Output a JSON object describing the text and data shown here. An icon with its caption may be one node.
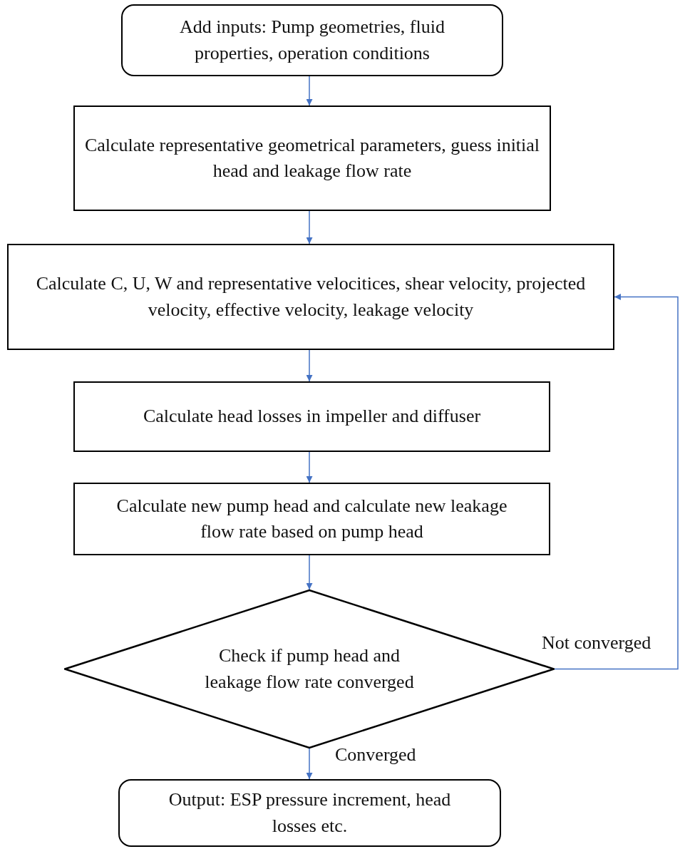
{
  "diagram": {
    "nodes": [
      {
        "text": [
          "Add inputs: Pump geometries, fluid properties, operation conditions"
        ]
      },
      {
        "text": [
          "Calculate representative geometrical parameters, guess initial head and leakage flow rate"
        ]
      },
      {
        "text": [
          "Calculate C, U, W and representative velocitices, shear velocity, projected velocity, effective velocity, leakage velocity"
        ]
      },
      {
        "text": [
          "Calculate head losses in impeller and diffuser"
        ]
      },
      {
        "text": [
          "Calculate new pump head and calculate new leakage flow rate based on pump head"
        ]
      },
      {
        "text": [
          "Check if pump head and leakage flow rate converged"
        ]
      },
      {
        "text": [
          "Output: ESP pressure increment, head losses etc."
        ]
      }
    ],
    "edges": [
      {
        "from": 0,
        "to": 1,
        "arrow": "to"
      },
      {
        "from": 1,
        "to": 2,
        "arrow": "to"
      },
      {
        "from": 2,
        "to": 3,
        "arrow": "to"
      },
      {
        "from": 3,
        "to": 4,
        "arrow": "to"
      },
      {
        "from": 4,
        "to": 5,
        "arrow": "to"
      },
      {
        "from": 5,
        "to": 6,
        "arrow": "to",
        "label": "Converged"
      },
      {
        "from": 5,
        "to": 2,
        "arrow": "to",
        "label": "Not converged"
      }
    ]
  }
}
